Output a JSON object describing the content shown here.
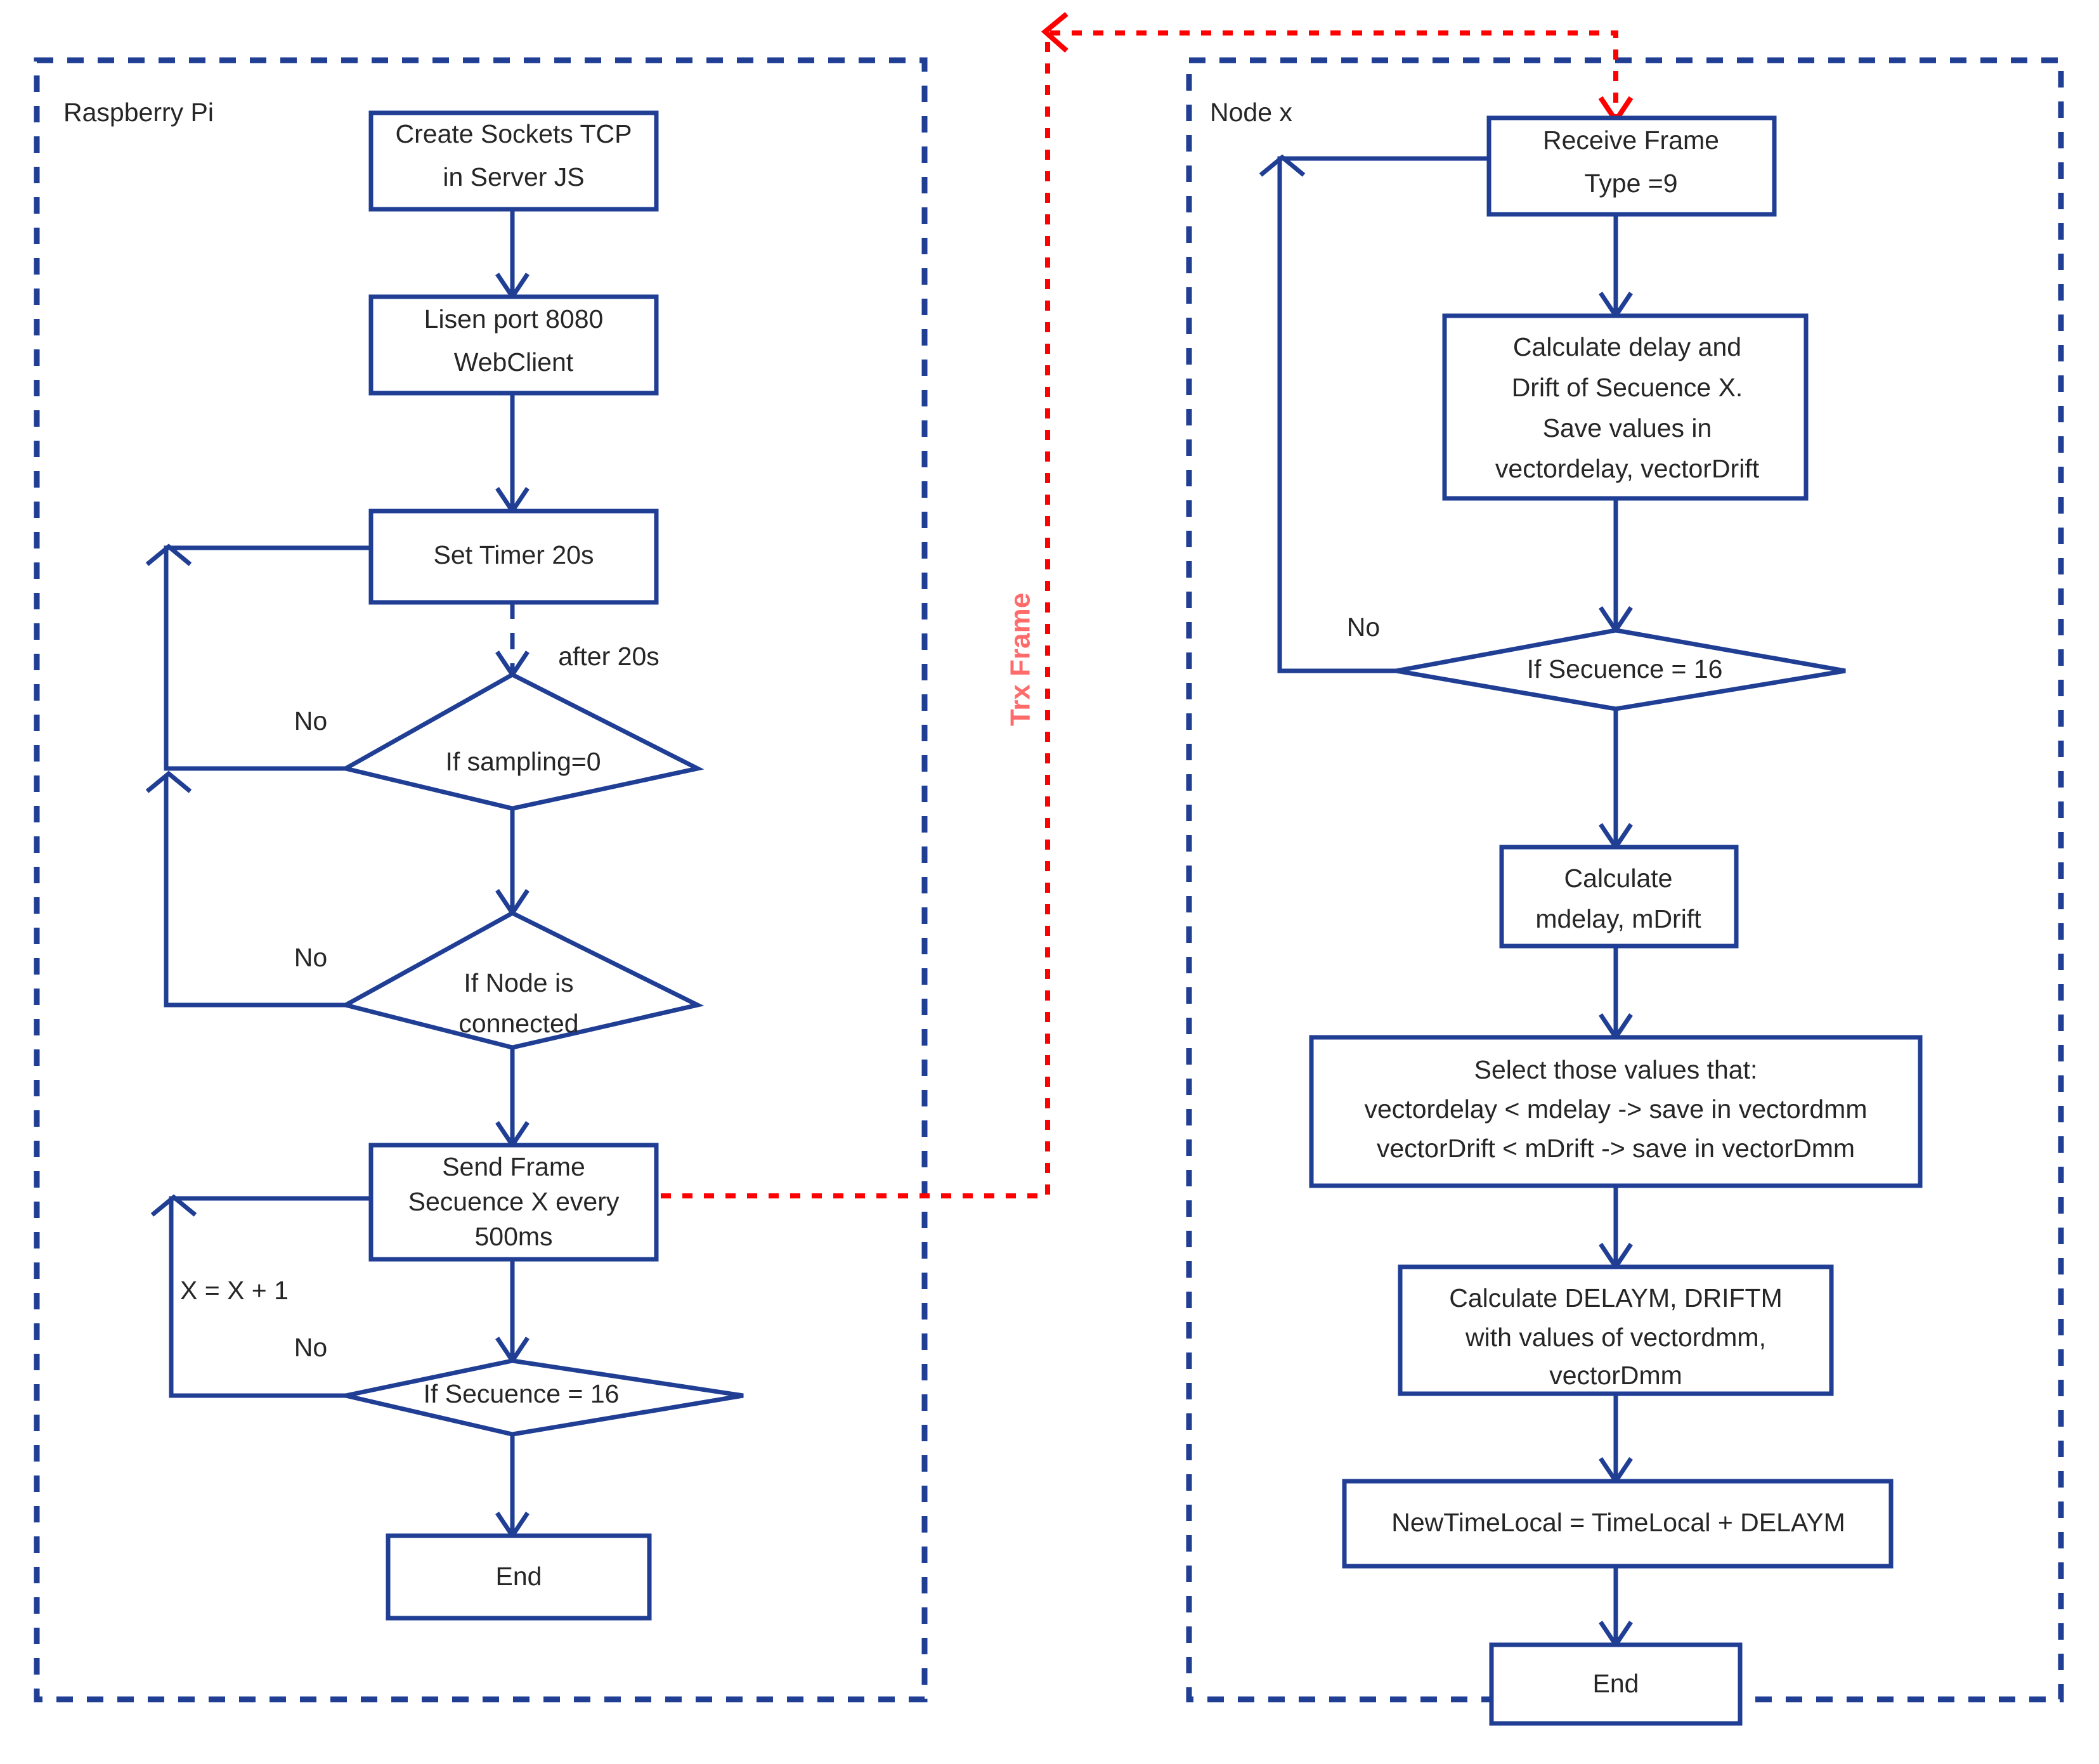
{
  "diagram": {
    "title": "Raspberry Pi / Node x time synchronization flowchart",
    "colors": {
      "shape_stroke": "#1F3E94",
      "lane_stroke": "#1F3E94",
      "text": "#262626",
      "trx_line": "#FF0000",
      "trx_label": "#FF6B6B",
      "background": "#FFFFFF"
    }
  },
  "lanes": [
    {
      "id": "raspberry-pi",
      "label": "Raspberry Pi"
    },
    {
      "id": "node-x",
      "label": "Node x"
    }
  ],
  "link": {
    "label": "Trx Frame",
    "style": "red-dotted"
  },
  "left_flow": {
    "nodes": [
      {
        "id": "create-sockets",
        "type": "process",
        "lines": [
          "Create Sockets TCP",
          "in Server JS"
        ]
      },
      {
        "id": "listen-port",
        "type": "process",
        "lines": [
          "Lisen port 8080",
          "WebClient"
        ]
      },
      {
        "id": "set-timer",
        "type": "process",
        "lines": [
          "Set Timer 20s"
        ]
      },
      {
        "id": "if-sampling",
        "type": "decision",
        "lines": [
          "If sampling=0"
        ]
      },
      {
        "id": "if-node-connected",
        "type": "decision",
        "lines": [
          "If Node is",
          "connected"
        ]
      },
      {
        "id": "send-frame",
        "type": "process",
        "lines": [
          "Send Frame",
          "Secuence X every",
          "500ms"
        ]
      },
      {
        "id": "if-secuence-16",
        "type": "decision",
        "lines": [
          "If Secuence = 16"
        ]
      },
      {
        "id": "end",
        "type": "terminator",
        "lines": [
          "End"
        ]
      }
    ],
    "edge_labels": {
      "after_timer": "after 20s",
      "sampling_no": "No",
      "node_connected_no": "No",
      "secuence_no": "No",
      "increment": "X = X + 1"
    }
  },
  "right_flow": {
    "nodes": [
      {
        "id": "receive-frame",
        "type": "process",
        "lines": [
          "Receive Frame",
          "Type =9"
        ]
      },
      {
        "id": "calculate-delay-drift",
        "type": "process",
        "lines": [
          "Calculate delay and",
          "Drift of Secuence X.",
          "Save values in",
          "vectordelay, vectorDrift"
        ]
      },
      {
        "id": "if-secuence-16-node",
        "type": "decision",
        "lines": [
          "If Secuence = 16"
        ]
      },
      {
        "id": "calculate-mdelay",
        "type": "process",
        "lines": [
          "Calculate",
          "mdelay, mDrift"
        ]
      },
      {
        "id": "select-values",
        "type": "process",
        "lines": [
          "Select those values that:",
          "vectordelay < mdelay -> save in vectordmm",
          "vectorDrift < mDrift -> save in vectorDmm"
        ]
      },
      {
        "id": "calculate-delaym",
        "type": "process",
        "lines": [
          "Calculate DELAYM, DRIFTM",
          "with values of vectordmm,",
          "vectorDmm"
        ]
      },
      {
        "id": "new-time-local",
        "type": "process",
        "lines": [
          "NewTimeLocal = TimeLocal + DELAYM"
        ]
      },
      {
        "id": "end-node",
        "type": "terminator",
        "lines": [
          "End"
        ]
      }
    ],
    "edge_labels": {
      "secuence_no": "No"
    }
  }
}
